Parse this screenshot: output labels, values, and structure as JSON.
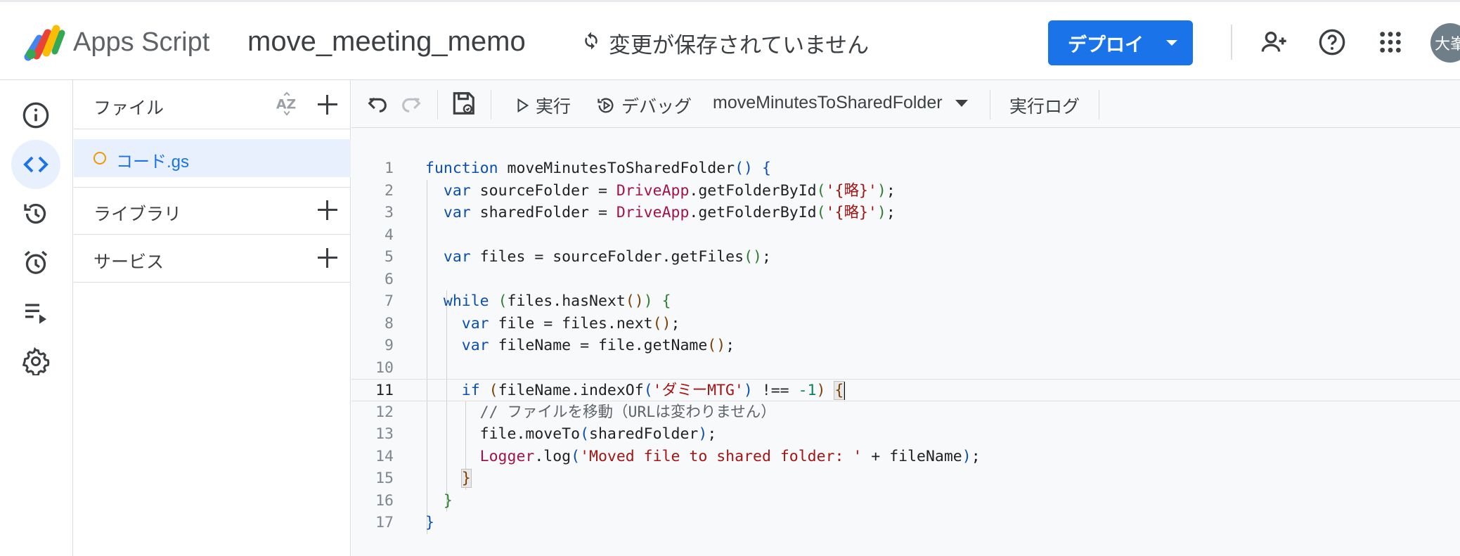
{
  "header": {
    "product_name": "Apps Script",
    "project_title": "move_meeting_memo",
    "save_status": "変更が保存されていません",
    "deploy_label": "デプロイ",
    "avatar_text": "大峯"
  },
  "files_panel": {
    "files_title": "ファイル",
    "file_name": "コード.gs",
    "libraries_label": "ライブラリ",
    "services_label": "サービス"
  },
  "toolbar": {
    "run_label": "実行",
    "debug_label": "デバッグ",
    "function_name": "moveMinutesToSharedFolder",
    "exec_log_label": "実行ログ"
  },
  "editor": {
    "current_line": 11,
    "line_numbers": [
      "1",
      "2",
      "3",
      "4",
      "5",
      "6",
      "7",
      "8",
      "9",
      "10",
      "11",
      "12",
      "13",
      "14",
      "15",
      "16",
      "17"
    ],
    "tokens": {
      "kw_function": "function",
      "fn_name": " moveMinutesToSharedFolder",
      "kw_var": "var",
      "l2_a": " sourceFolder = ",
      "l3_a": " sharedFolder = ",
      "driveapp": "DriveApp",
      "getFolderById": ".getFolderById",
      "str_ryaku": "'{略}'",
      "l5_a": " files = sourceFolder.getFiles",
      "kw_while": "while",
      "hasnext": "files.hasNext",
      "l8_a": " file = files.next",
      "l9_a": " fileName = file.getName",
      "kw_if": "if",
      "indexof": "fileName.indexOf",
      "str_dummy": "'ダミーMTG'",
      "neq": " !== ",
      "neg_one": "-1",
      "comment": "// ファイルを移動（URLは変わりません）",
      "moveto": "file.moveTo",
      "shared_folder": "sharedFolder",
      "logger": "Logger",
      "log": ".log",
      "str_moved": "'Moved file to shared folder: '",
      "plus_filename": " + fileName"
    }
  },
  "icons": {
    "brand_colors": [
      "#4285f4",
      "#ea4335",
      "#fbbc04",
      "#34a853"
    ],
    "nav": [
      "info-icon",
      "code-icon",
      "history-icon",
      "alarm-icon",
      "executions-icon",
      "settings-icon"
    ],
    "accent": "#1a73e8"
  }
}
